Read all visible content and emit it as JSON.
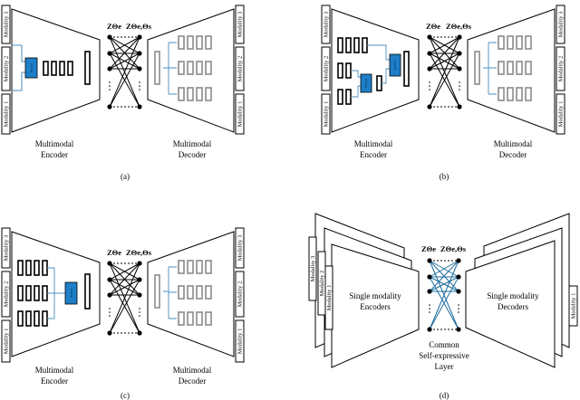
{
  "panels": {
    "a": {
      "caption": "(a)",
      "encoder_label": [
        "Multimodal",
        "Encoder"
      ],
      "decoder_label": [
        "Multimodal",
        "Decoder"
      ],
      "z_left": "ZΘe",
      "z_right": "ZΘe,Θs",
      "fusion_label": "fusion",
      "modalities": [
        "Modality 3",
        "Modality 2",
        "Modality 1"
      ]
    },
    "b": {
      "caption": "(b)",
      "encoder_label": [
        "Multimodal",
        "Encoder"
      ],
      "decoder_label": [
        "Multimodal",
        "Decoder"
      ],
      "z_left": "ZΘe",
      "z_right": "ZΘe,Θs",
      "fusion_label": "fusion",
      "modalities": [
        "Modality 3",
        "Modality 2",
        "Modality 1"
      ]
    },
    "c": {
      "caption": "(c)",
      "encoder_label": [
        "Multimodal",
        "Encoder"
      ],
      "decoder_label": [
        "Multimodal",
        "Decoder"
      ],
      "z_left": "ZΘe",
      "z_right": "ZΘe,Θs",
      "fusion_label": "fusion",
      "modalities": [
        "Modality 3",
        "Modality 2",
        "Modality 1"
      ]
    },
    "d": {
      "caption": "(d)",
      "encoder_label": [
        "Single modality",
        "Encoders"
      ],
      "decoder_label": [
        "Single modality",
        "Decoders"
      ],
      "layer_label": [
        "Common",
        "Self-expressive",
        "Layer"
      ],
      "z_left": "ZΘe",
      "z_right": "ZΘe,Θs",
      "modalities": [
        "Modality 3",
        "Modality 2",
        "Modality 1"
      ]
    }
  },
  "colors": {
    "fusion_fill": "#1e7fc8",
    "connector_blue": "#4a8fc0",
    "decoder_gray": "#8a8a8a",
    "self_expressive_edges": "#1f6e9e"
  }
}
